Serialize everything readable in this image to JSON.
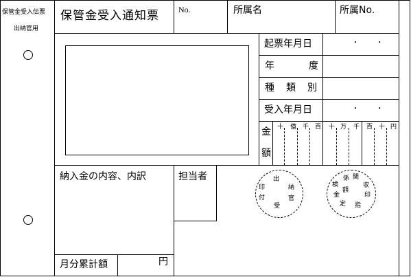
{
  "stub": {
    "title": "保管金受入伝票",
    "subtitle": "出納官用"
  },
  "header": {
    "form_title": "保管金受入通知票",
    "no_label": "No.",
    "dept_name_label": "所属名",
    "dept_no_label": "所属No."
  },
  "dates": {
    "issue_date_label": "起票年月日",
    "issue_date_value": "・ ・",
    "fiscal_year_label_a": "年",
    "fiscal_year_label_b": "度",
    "kind_label_a": "種",
    "kind_label_b": "類",
    "kind_label_c": "別",
    "receipt_date_label": "受入年月日",
    "receipt_date_value": "・ ・"
  },
  "amount": {
    "label_top": "金",
    "label_bottom": "額",
    "digits": [
      "十",
      "億",
      "千",
      "百",
      "十",
      "万",
      "千",
      "百",
      "十",
      "円"
    ]
  },
  "details": {
    "contents_label": "納入金の内容、内訳",
    "person_label": "担当者",
    "monthly_total_label": "月分累計額",
    "yen_unit": "円"
  },
  "stamps": {
    "cashier_stamp": [
      "出",
      "納",
      "印",
      "官",
      "付",
      "受"
    ],
    "verify_stamp": [
      "関",
      "係",
      "検",
      "収",
      "印",
      "金",
      "額",
      "指",
      "定"
    ]
  }
}
